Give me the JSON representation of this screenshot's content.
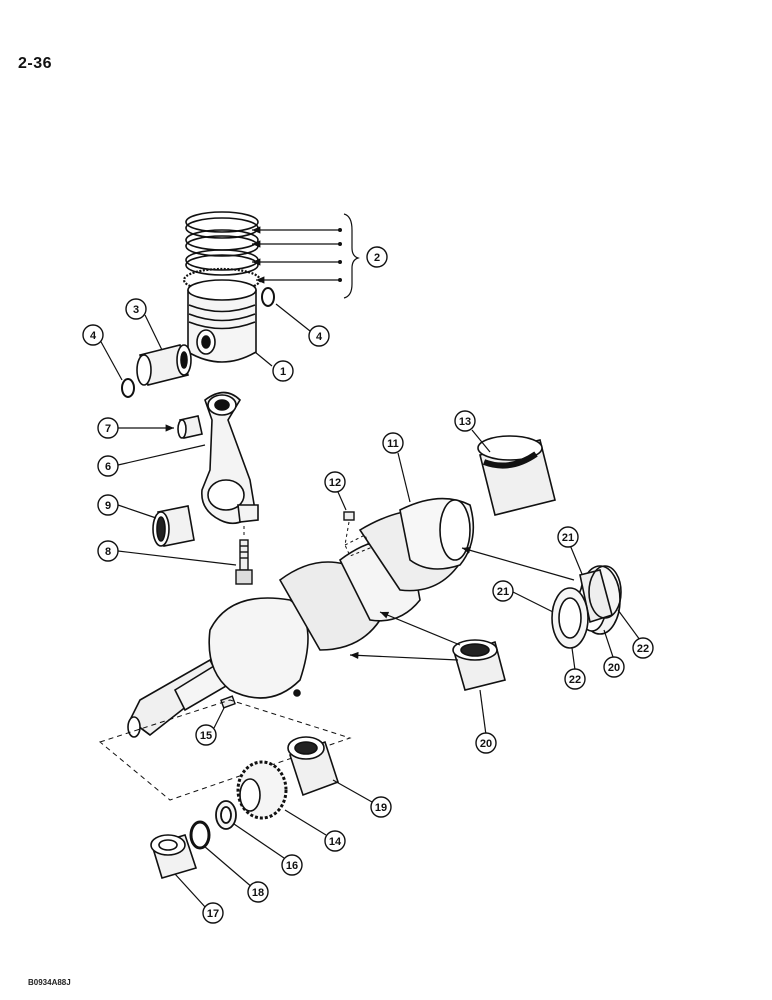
{
  "page": {
    "page_number": "2-36",
    "drawing_code": "B0934A88J"
  },
  "callouts": [
    "1",
    "2",
    "3",
    "4",
    "4",
    "6",
    "7",
    "8",
    "9",
    "11",
    "12",
    "13",
    "14",
    "15",
    "16",
    "17",
    "18",
    "19",
    "20",
    "20",
    "21",
    "21",
    "22",
    "22"
  ]
}
